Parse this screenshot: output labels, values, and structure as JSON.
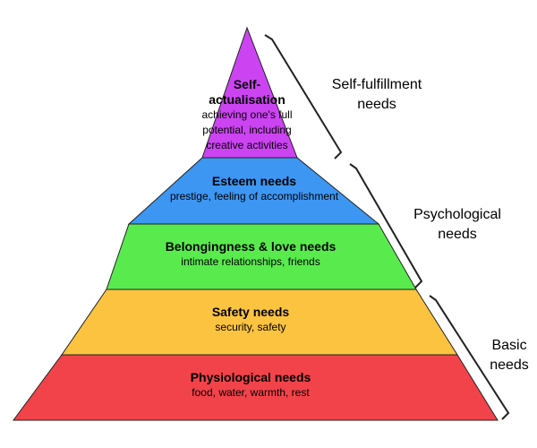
{
  "layers": [
    {
      "id": "self-actualisation",
      "title_lines": [
        "Self-",
        "actualisation"
      ],
      "desc_lines": [
        "achieving one's full",
        "potential, including",
        "creative activities"
      ],
      "color": "#cc44f2"
    },
    {
      "id": "esteem",
      "title_lines": [
        "Esteem needs"
      ],
      "desc_lines": [
        "prestige, feeling of accomplishment"
      ],
      "color": "#3d96f2"
    },
    {
      "id": "belongingness",
      "title_lines": [
        "Belongingness & love needs"
      ],
      "desc_lines": [
        "intimate relationships, friends"
      ],
      "color": "#59ea4e"
    },
    {
      "id": "safety",
      "title_lines": [
        "Safety needs"
      ],
      "desc_lines": [
        "security, safety"
      ],
      "color": "#fbc33f"
    },
    {
      "id": "physiological",
      "title_lines": [
        "Physiological needs"
      ],
      "desc_lines": [
        "food, water, warmth, rest"
      ],
      "color": "#f2434a"
    }
  ],
  "groups": [
    {
      "id": "self-fulfillment",
      "label_lines": [
        "Self-fulfillment",
        "needs"
      ]
    },
    {
      "id": "psychological",
      "label_lines": [
        "Psychological",
        "needs"
      ]
    },
    {
      "id": "basic",
      "label_lines": [
        "Basic",
        "needs"
      ]
    }
  ],
  "outline_color": "#222222"
}
